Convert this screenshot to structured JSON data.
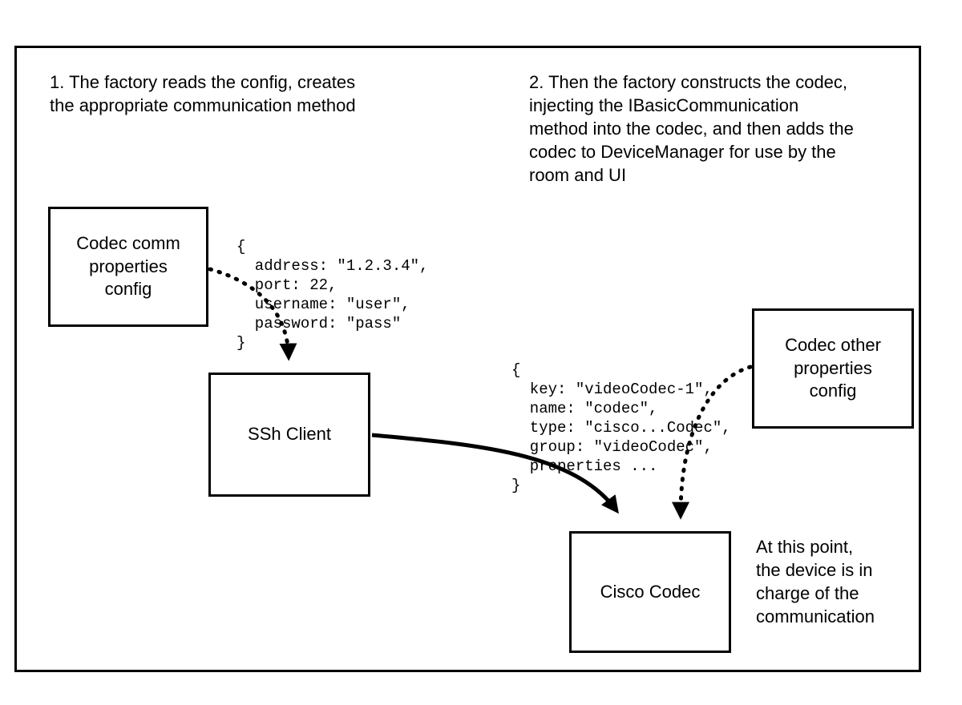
{
  "diagram": {
    "notes": {
      "step1": "1. The factory reads the config, creates\nthe appropriate communication method",
      "step2": "2. Then the factory constructs the codec,\ninjecting the IBasicCommunication\nmethod into the codec, and then adds the\ncodec to DeviceManager for use by the\nroom and UI",
      "device": "At this point,\nthe device is in\ncharge of the\ncommunication"
    },
    "boxes": {
      "codec_comm_config": "Codec comm\nproperties\nconfig",
      "ssh_client": "SSh Client",
      "codec_other_config": "Codec other\nproperties\nconfig",
      "cisco_codec": "Cisco Codec"
    },
    "code": {
      "comm_properties": "{\n  address: \"1.2.3.4\",\n  port: 22,\n  username: \"user\",\n  password: \"pass\"\n}",
      "codec_properties": "{\n  key: \"videoCodec-1\",\n  name: \"codec\",\n  type: \"cisco...Codec\",\n  group: \"videoCodec\",\n  properties ...\n}"
    },
    "colors": {
      "stroke": "#000000",
      "background": "#ffffff"
    }
  }
}
